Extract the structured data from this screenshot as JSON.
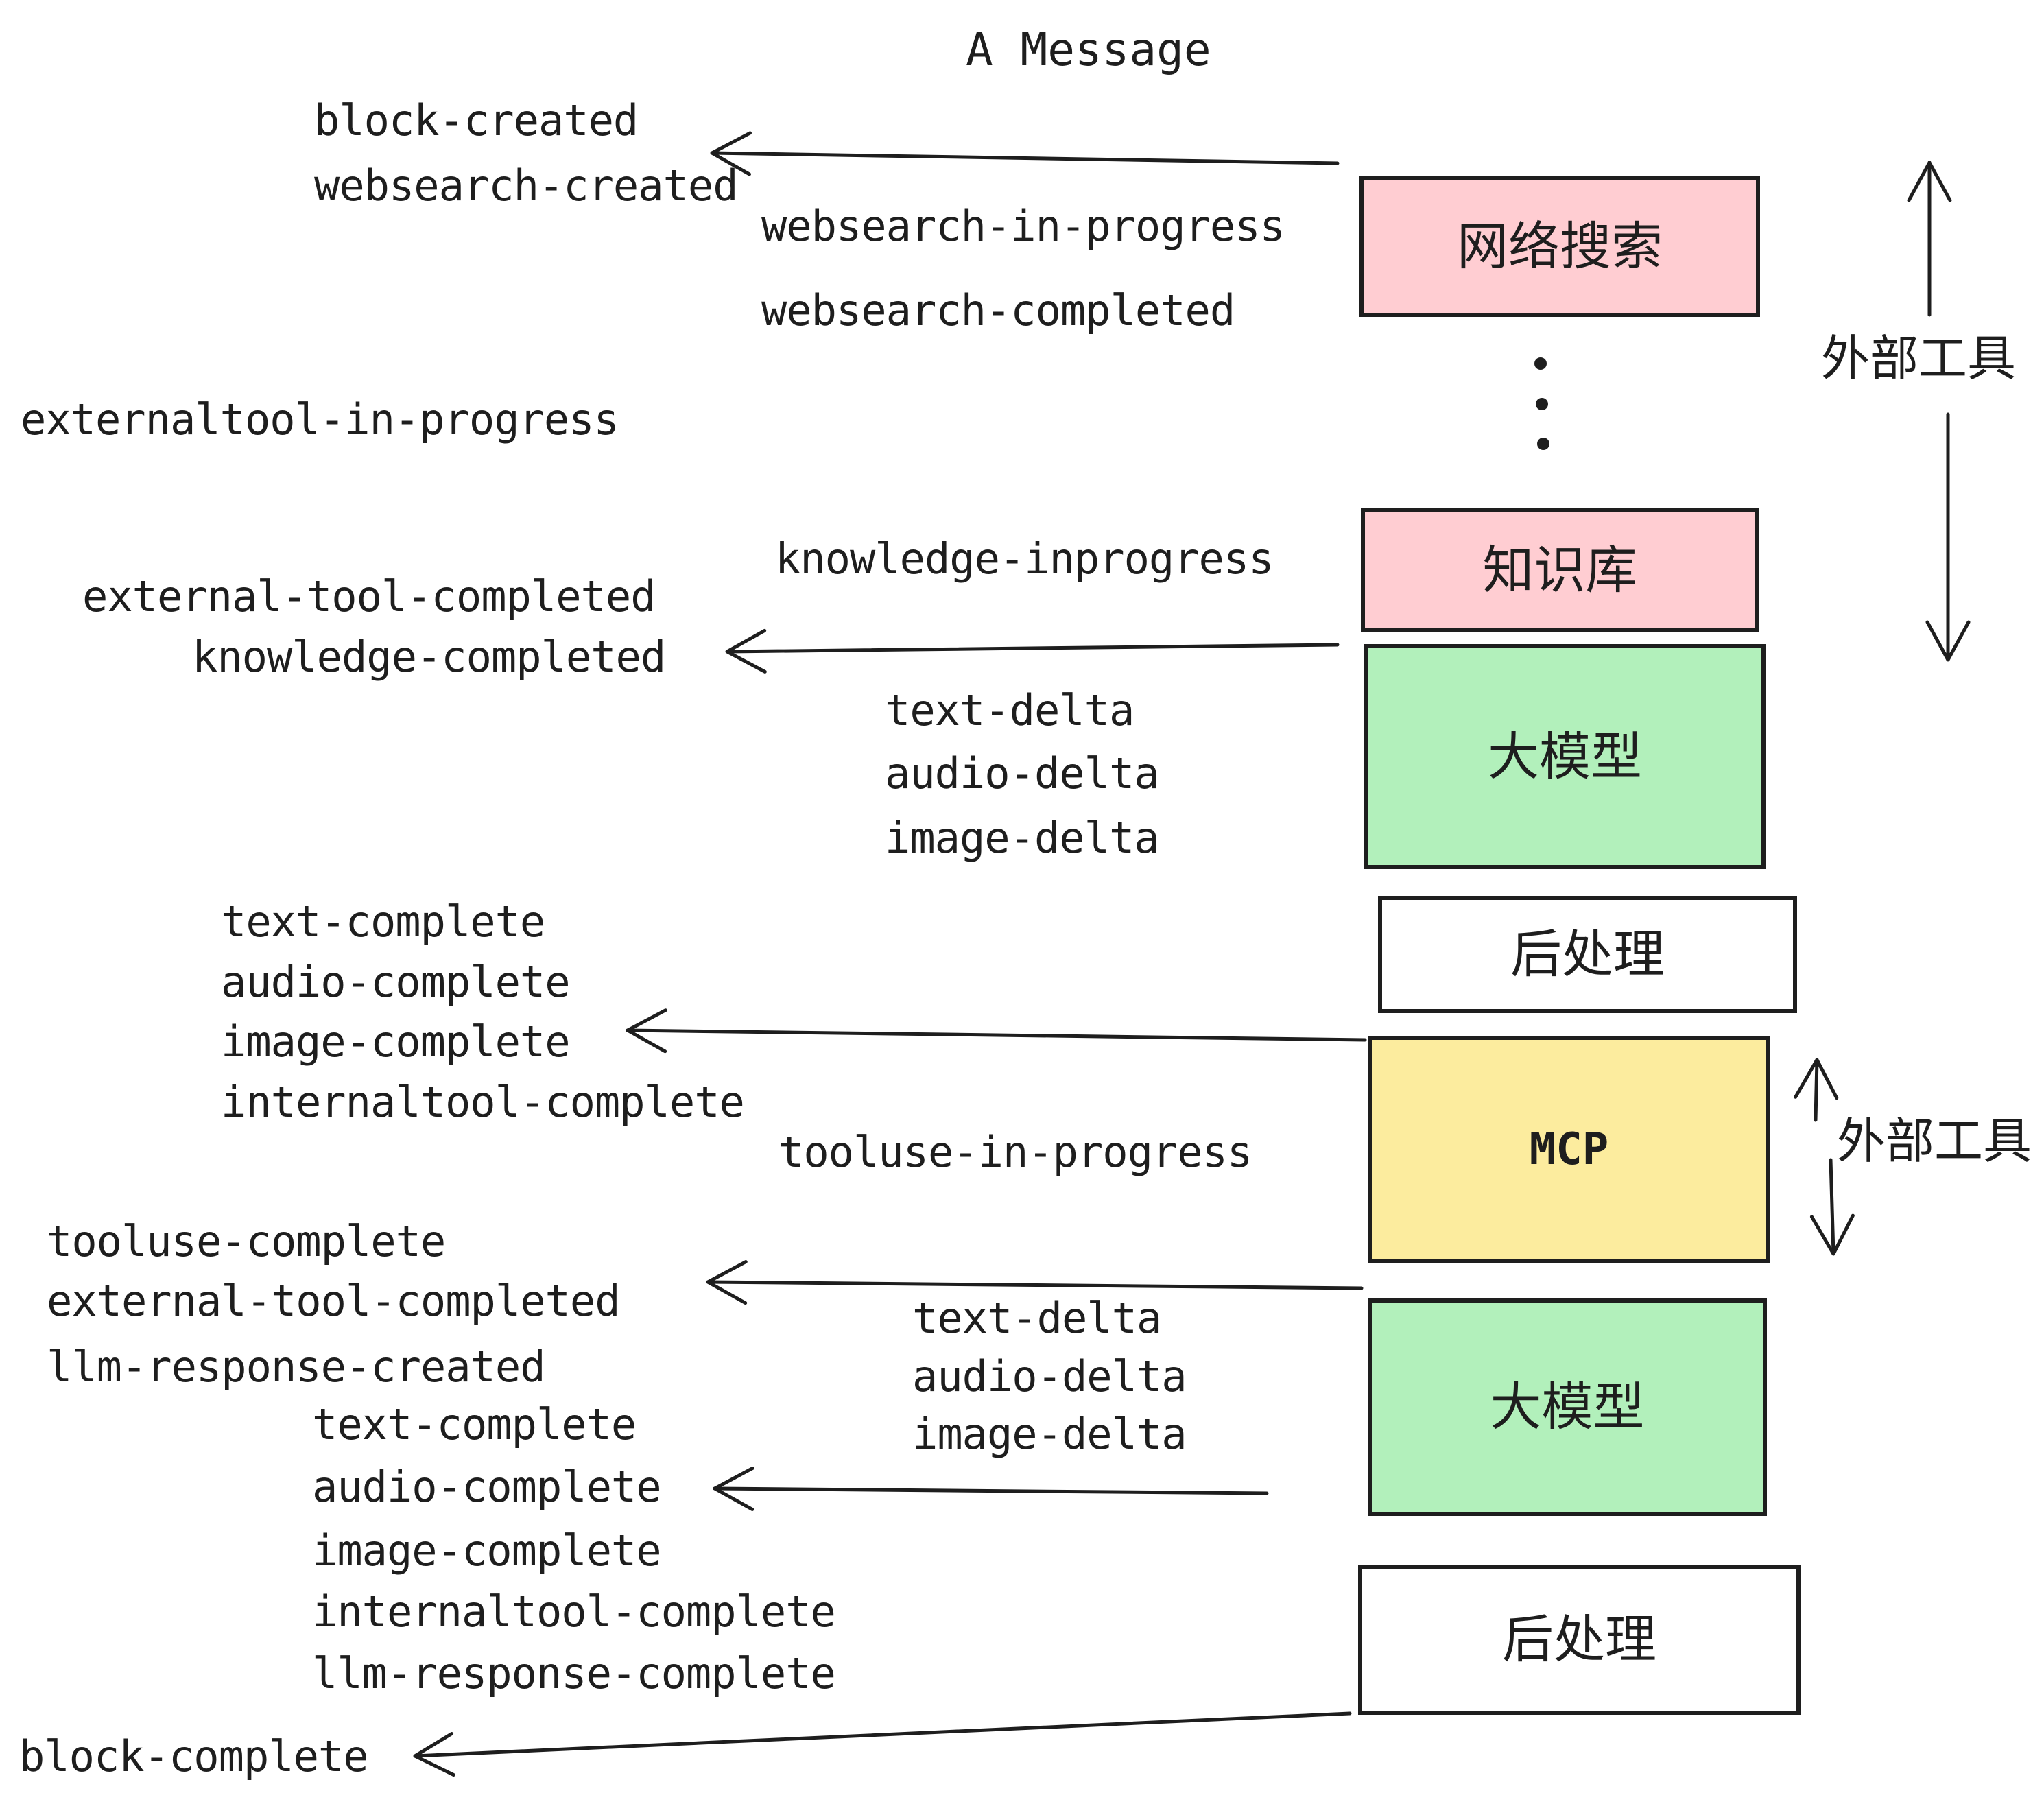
{
  "title": "A Message",
  "colors": {
    "pink": "#ffcdd2",
    "green": "#b2f0bb",
    "yellow": "#fcec9e",
    "white": "#ffffff",
    "ink": "#1e1e1e"
  },
  "boxes": [
    {
      "label": "网络搜索",
      "fill": "pink"
    },
    {
      "label": "知识库",
      "fill": "pink"
    },
    {
      "label": "大模型",
      "fill": "green"
    },
    {
      "label": "后处理",
      "fill": "white"
    },
    {
      "label": "MCP",
      "fill": "yellow"
    },
    {
      "label": "大模型",
      "fill": "green"
    },
    {
      "label": "后处理",
      "fill": "white"
    }
  ],
  "side_labels": [
    {
      "text": "外部工具"
    },
    {
      "text": "外部工具"
    }
  ],
  "events": [
    {
      "text": "block-created"
    },
    {
      "text": "websearch-created"
    },
    {
      "text": "websearch-in-progress"
    },
    {
      "text": "websearch-completed"
    },
    {
      "text": "externaltool-in-progress"
    },
    {
      "text": "knowledge-inprogress"
    },
    {
      "text": "external-tool-completed"
    },
    {
      "text": "knowledge-completed"
    },
    {
      "text": "text-delta"
    },
    {
      "text": "audio-delta"
    },
    {
      "text": "image-delta"
    },
    {
      "text": "text-complete"
    },
    {
      "text": "audio-complete"
    },
    {
      "text": "image-complete"
    },
    {
      "text": "internaltool-complete"
    },
    {
      "text": "tooluse-in-progress"
    },
    {
      "text": "tooluse-complete"
    },
    {
      "text": "external-tool-completed"
    },
    {
      "text": "llm-response-created"
    },
    {
      "text": "text-delta"
    },
    {
      "text": "audio-delta"
    },
    {
      "text": "image-delta"
    },
    {
      "text": "text-complete"
    },
    {
      "text": "audio-complete"
    },
    {
      "text": "image-complete"
    },
    {
      "text": "internaltool-complete"
    },
    {
      "text": "llm-response-complete"
    },
    {
      "text": "block-complete"
    }
  ]
}
